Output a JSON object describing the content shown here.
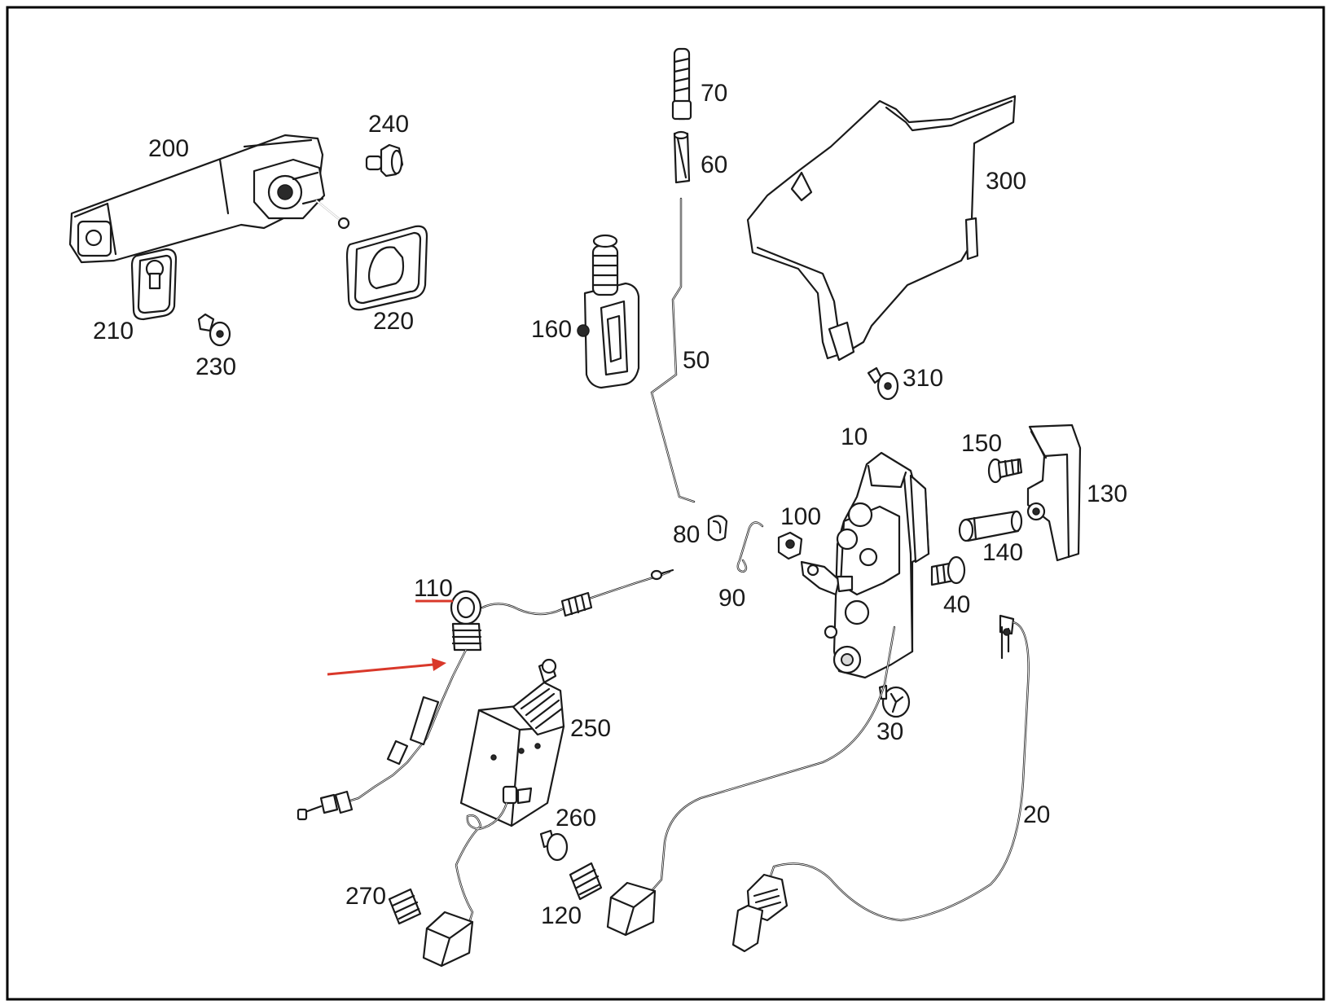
{
  "colors": {
    "frame": "#000000",
    "arrow": "#d9382a",
    "highlight_underline": "#d9382a",
    "line_art": "#1a1a1a"
  },
  "highlight": {
    "part": "110",
    "indicator": "red-arrow"
  },
  "labels": {
    "p10": "10",
    "p20": "20",
    "p30": "30",
    "p40": "40",
    "p50": "50",
    "p60": "60",
    "p70": "70",
    "p80": "80",
    "p90": "90",
    "p100": "100",
    "p110": "110",
    "p120": "120",
    "p130": "130",
    "p140": "140",
    "p150": "150",
    "p160": "160",
    "p200": "200",
    "p210": "210",
    "p220": "220",
    "p230": "230",
    "p240": "240",
    "p250": "250",
    "p260": "260",
    "p270": "270",
    "p300": "300",
    "p310": "310"
  }
}
